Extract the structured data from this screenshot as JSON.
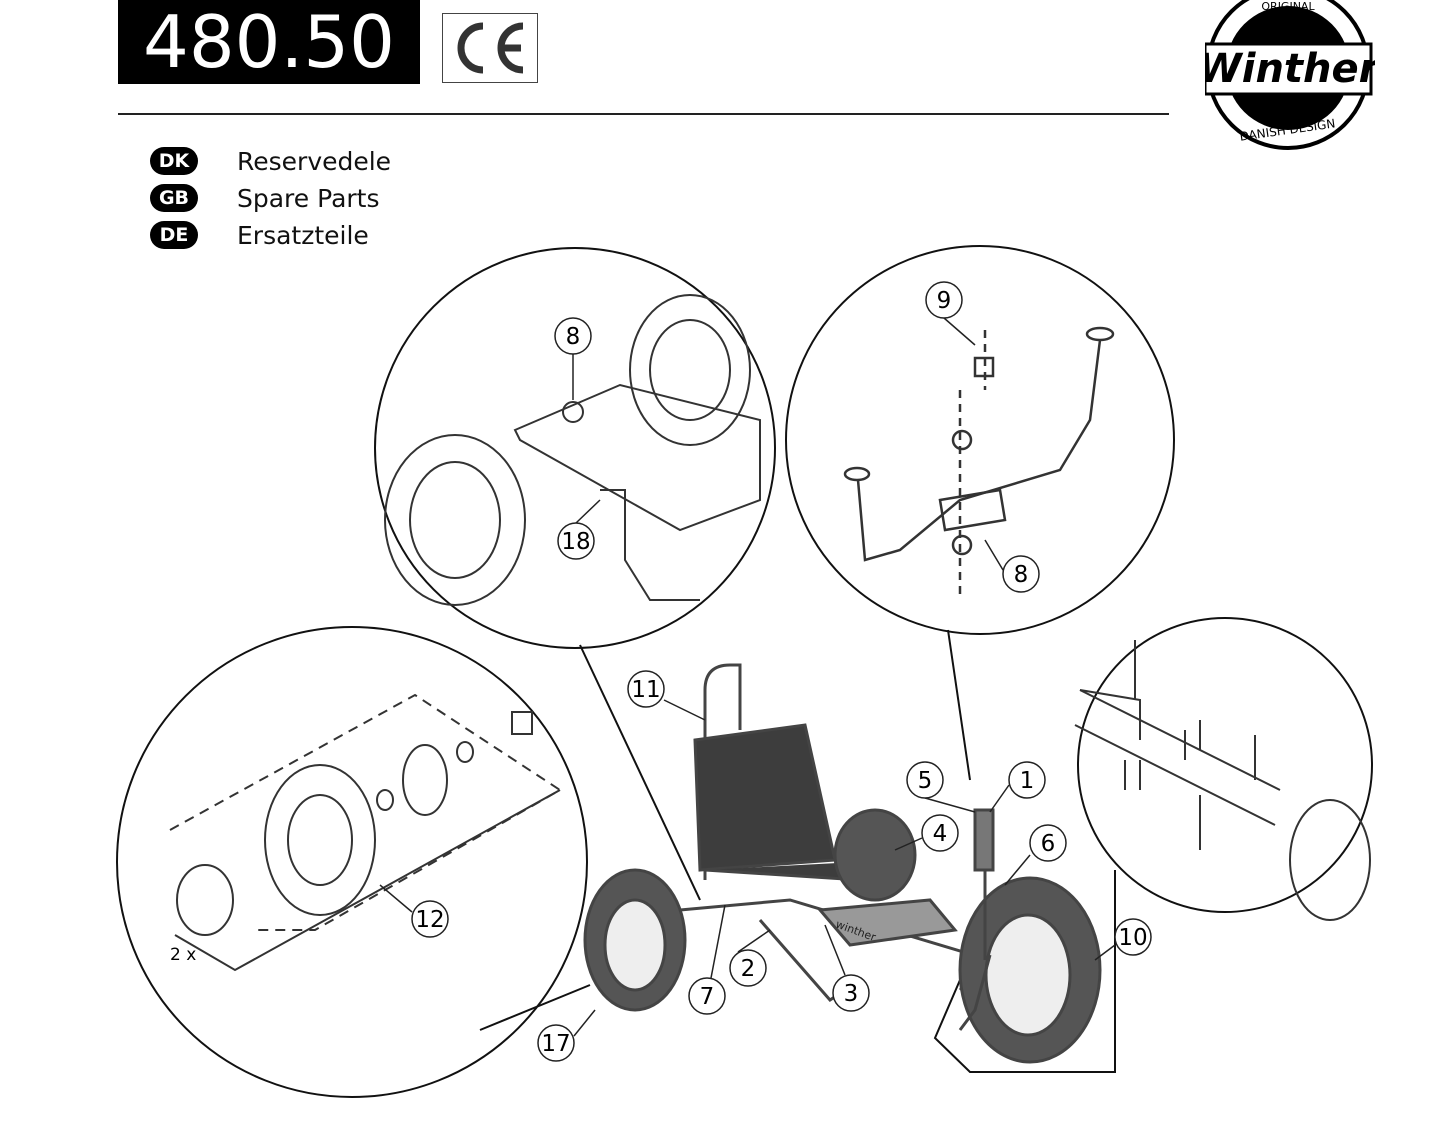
{
  "header": {
    "model_number": "480.50",
    "certification_mark": "CE",
    "logo": {
      "brand": "Winther",
      "top_text": "ORIGINAL",
      "bottom_text": "DANISH DESIGN"
    }
  },
  "languages": [
    {
      "code": "DK",
      "label": "Reservedele"
    },
    {
      "code": "GB",
      "label": "Spare Parts"
    },
    {
      "code": "DE",
      "label": "Ersatzteile"
    }
  ],
  "diagram": {
    "callouts": [
      "8",
      "18",
      "9",
      "8",
      "11",
      "5",
      "1",
      "4",
      "6",
      "10",
      "12",
      "2",
      "3",
      "7",
      "17"
    ],
    "quantity_note": "2 x",
    "footplate_text": "winther"
  }
}
